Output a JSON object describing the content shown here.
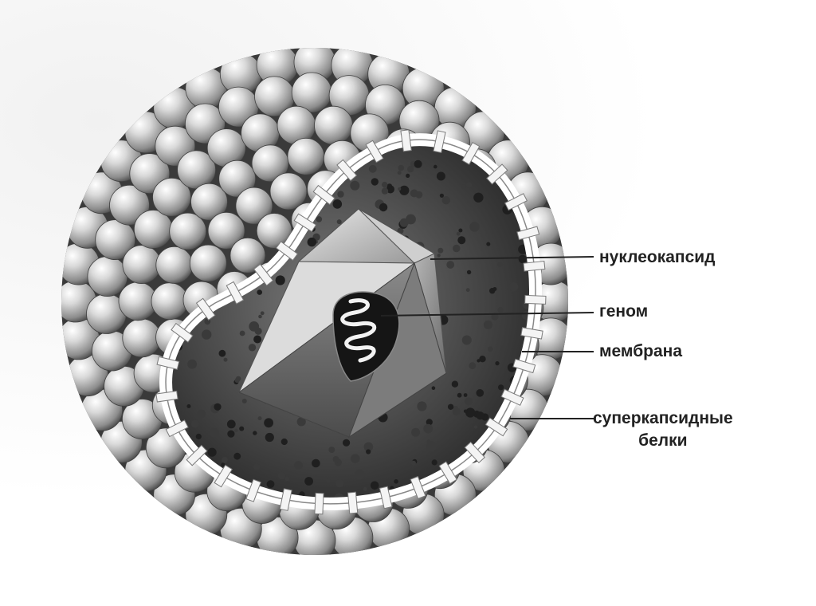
{
  "labels": {
    "nucleocapsid": "нуклеокапсид",
    "genome": "геном",
    "membrane": "мембрана",
    "superproteins_line1": "суперкапсидные",
    "superproteins_line2": "белки"
  },
  "colors": {
    "sphere_light": "#f2f2f2",
    "sphere_dark": "#555555",
    "membrane": "#ffffff",
    "interior_dark": "#2f2f2f",
    "leader_line": "#222222",
    "label_text": "#222222"
  }
}
